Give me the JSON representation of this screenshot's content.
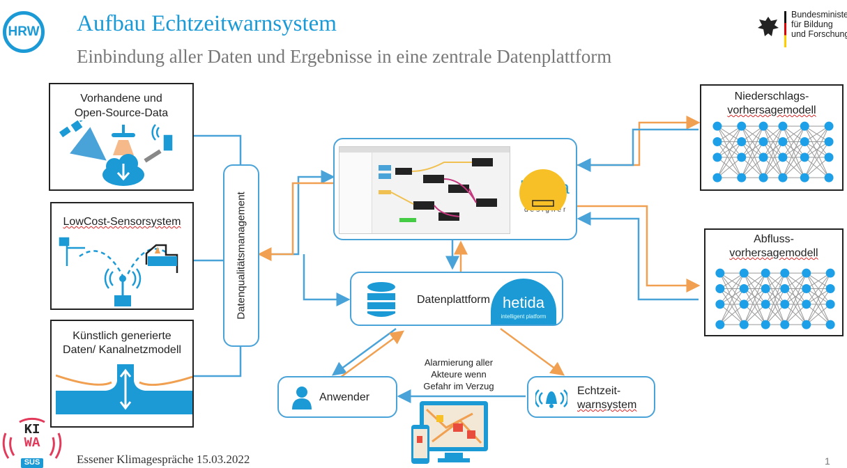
{
  "header": {
    "title": "Aufbau Echtzeitwarnsystem",
    "subtitle": "Einbindung aller Daten und Ergebnisse in eine zentrale Datenplattform",
    "logo_text": "HRW",
    "ministry": [
      "Bundesministerium",
      "für Bildung",
      "und Forschung"
    ]
  },
  "sources": {
    "open_data": [
      "Vorhandene und",
      "Open-Source-Data"
    ],
    "lowcost": "LowCost-Sensorsystem",
    "kuenstlich": [
      "Künstlich generierte",
      "Daten/ Kanalnetzmodell"
    ]
  },
  "quality": "Datenqualitätsmanagement",
  "designer": {
    "brand": "hetida",
    "sub": "designer"
  },
  "platform": {
    "label": "Datenplattform",
    "brand": "hetida",
    "sub": "intelligent platform"
  },
  "models": {
    "niederschlag": [
      "Niederschlags-",
      "vorhersagemodell"
    ],
    "abfluss": [
      "Abfluss-",
      "vorhersagemodell"
    ]
  },
  "bottom": {
    "anwender": "Anwender",
    "echtzeit": [
      "Echtzeit-",
      "warnsystem"
    ],
    "alarm": [
      "Alarmierung aller",
      "Akteure wenn",
      "Gefahr im Verzug"
    ]
  },
  "footer": {
    "event": "Essener Klimagespräche 15.03.2022",
    "page": "1",
    "kiwa": [
      "KI",
      "WA",
      "SUS"
    ]
  },
  "colors": {
    "blue": "#4aa3d8",
    "orange": "#f0a050",
    "brand_blue": "#1b9ad6",
    "node_blue": "#1ea0e8"
  }
}
